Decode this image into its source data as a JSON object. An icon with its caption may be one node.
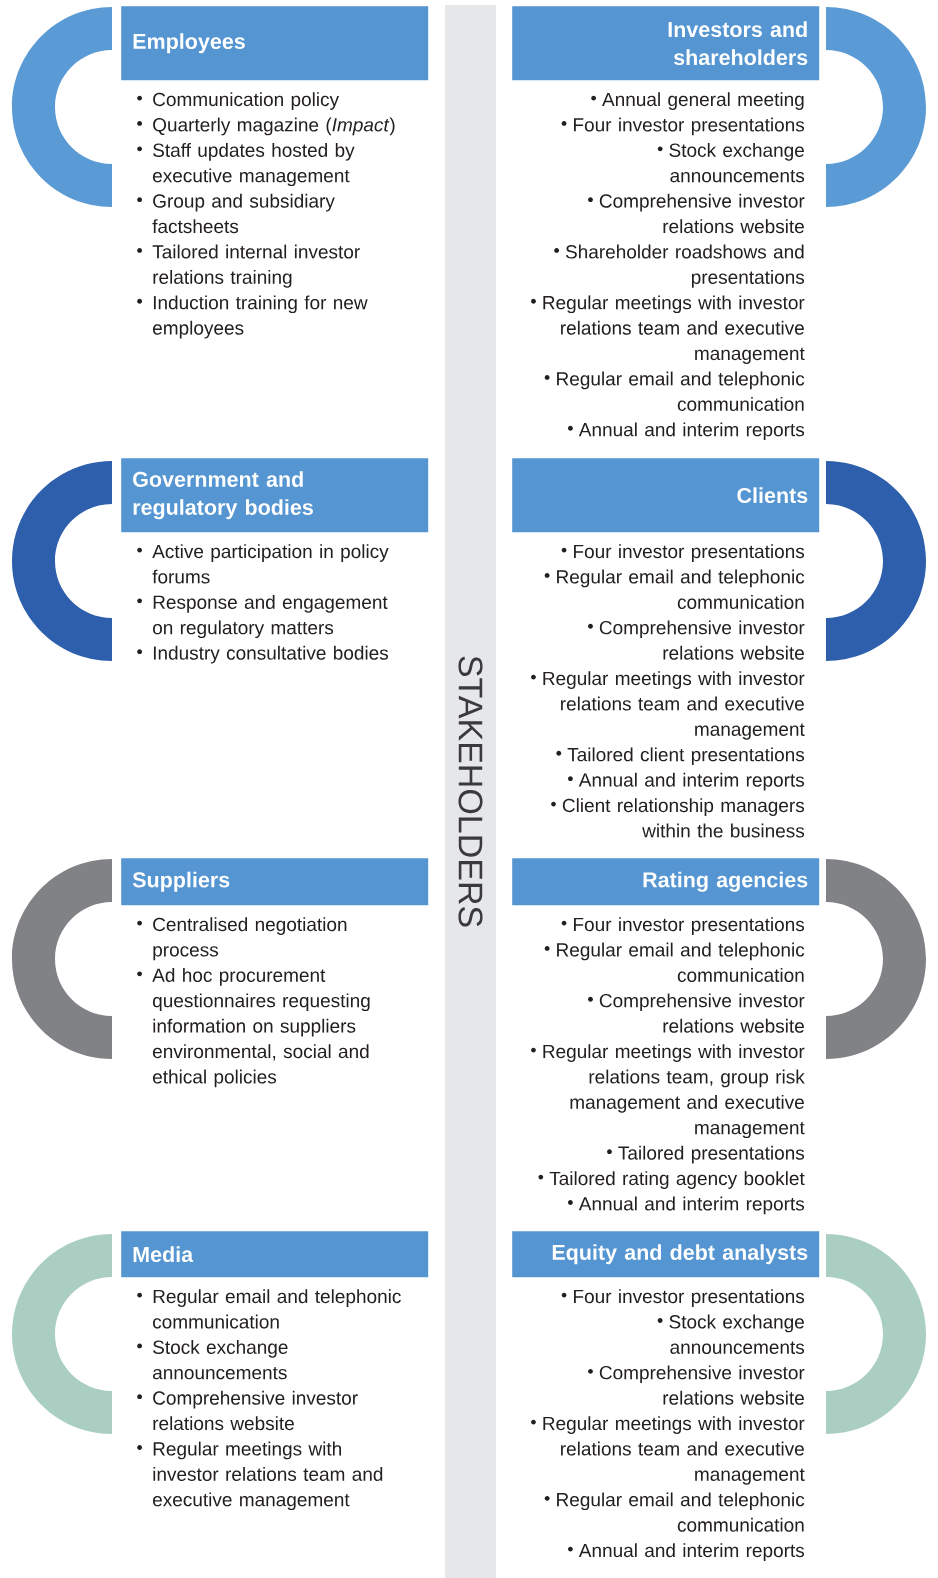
{
  "diagram": {
    "nodes": [
      {
        "text": [
          "Employees",
          "Communication policy",
          "Quarterly magazine (*Impact*)",
          "Staff updates hosted by executive management",
          "Group and subsidiary factsheets",
          "Tailored internal investor relations training",
          "Induction training for new employees"
        ]
      },
      {
        "text": [
          "Investors and shareholders",
          "Annual general meeting",
          "Four investor presentations",
          "Stock exchange announcements",
          "Comprehensive investor relations website",
          "Shareholder roadshows and presentations",
          "Regular meetings with investor relations team and executive management",
          "Regular email and telephonic communication",
          "Annual and interim reports"
        ]
      },
      {
        "text": [
          "Government and regulatory bodies",
          "Active participation in policy forums",
          "Response and engagement on regulatory matters",
          "Industry consultative bodies"
        ]
      },
      {
        "text": [
          "Clients",
          "Four investor presentations",
          "Regular email and telephonic communication",
          "Comprehensive investor relations website",
          "Regular meetings with investor relations team and executive management",
          "Tailored client presentations",
          "Annual and interim reports",
          "Client relationship managers within the business"
        ]
      },
      {
        "text": [
          "Suppliers",
          "Centralised negotiation process",
          "Ad hoc procurement questionnaires requesting information on suppliers environmental, social and ethical policies"
        ]
      },
      {
        "text": [
          "Rating agencies",
          "Four investor presentations",
          "Regular email and telephonic communication",
          "Comprehensive investor relations website",
          "Regular meetings with investor relations team, group risk management and executive management",
          "Tailored presentations",
          "Tailored rating agency booklet",
          "Annual and interim reports"
        ]
      },
      {
        "text": [
          "Media",
          "Regular email and telephonic communication",
          "Stock exchange announcements",
          "Comprehensive investor relations website",
          "Regular meetings with investor relations team and executive management"
        ]
      },
      {
        "text": [
          "Equity and debt analysts",
          "Four investor presentations",
          "Stock exchange announcements",
          "Comprehensive investor relations website",
          "Regular meetings with investor relations team and executive management",
          "Regular email and telephonic communication",
          "Annual and interim reports"
        ]
      },
      {
        "text": [
          "STAKEHOLDERS"
        ]
      },
      {
        "text": [],
        "shape": "arc"
      },
      {
        "text": [],
        "shape": "arc"
      },
      {
        "text": [],
        "shape": "arc"
      },
      {
        "text": [],
        "shape": "arc"
      },
      {
        "text": [],
        "shape": "arc"
      },
      {
        "text": [],
        "shape": "arc"
      },
      {
        "text": [],
        "shape": "arc"
      },
      {
        "text": [],
        "shape": "arc"
      }
    ],
    "edges": []
  }
}
